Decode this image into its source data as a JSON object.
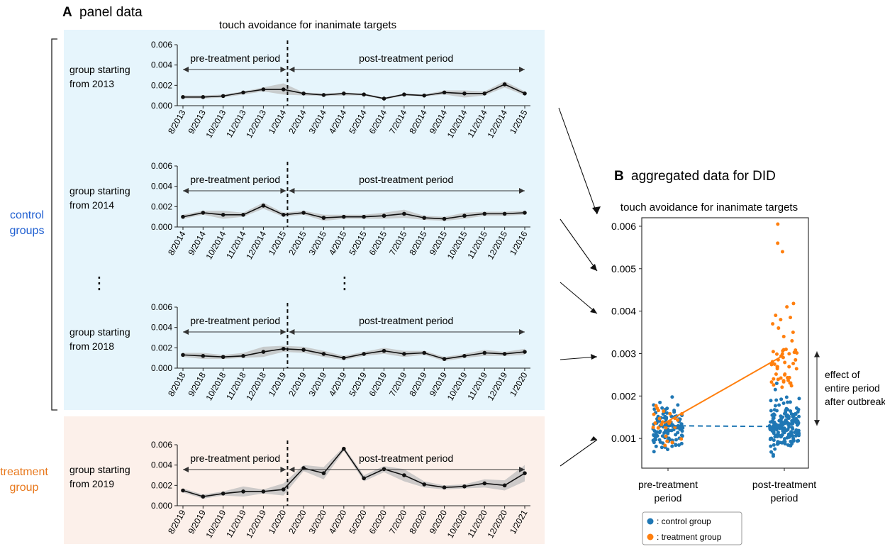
{
  "panel_a": {
    "letter": "A",
    "title": "panel data",
    "subtitle": "touch avoidance for inanimate targets",
    "control_label": [
      "control",
      "groups"
    ],
    "treatment_label": [
      "treatment",
      "group"
    ],
    "ellipsis": "⋮",
    "pre_period_label": "pre-treatment period",
    "post_period_label": "post-treatment period"
  },
  "panel_b": {
    "letter": "B",
    "title": "aggregated data for DID",
    "subtitle": "touch avoidance for inanimate targets",
    "effect_label": [
      "effect of",
      "entire period",
      "after outbreak"
    ],
    "legend": [
      "control group",
      "treatment group"
    ],
    "legend_prefix": ":"
  },
  "colors": {
    "control_bg": "#e6f5fc",
    "treatment_bg": "#fcf0ea",
    "control_text": "#1f5fd1",
    "treatment_text": "#e8781c",
    "blue": "#1f77b4",
    "orange": "#ff7f0e"
  },
  "chart_data": [
    {
      "type": "line",
      "group_label": [
        "group starting",
        "from 2013"
      ],
      "x": [
        "8/2013",
        "9/2013",
        "10/2013",
        "11/2013",
        "12/2013",
        "1/2014",
        "2/2014",
        "3/2014",
        "4/2014",
        "5/2014",
        "6/2014",
        "7/2014",
        "8/2014",
        "9/2014",
        "10/2014",
        "11/2014",
        "12/2014",
        "1/2015"
      ],
      "values": [
        0.00085,
        0.00085,
        0.00095,
        0.0013,
        0.0016,
        0.0016,
        0.0012,
        0.00105,
        0.0012,
        0.0011,
        0.0007,
        0.0011,
        0.001,
        0.0013,
        0.0012,
        0.0012,
        0.0021,
        0.0012
      ],
      "band_low": [
        0.0007,
        0.0007,
        0.0008,
        0.0011,
        0.0014,
        0.0011,
        0.001,
        0.00095,
        0.001,
        0.001,
        0.0006,
        0.001,
        0.0009,
        0.0011,
        0.0008,
        0.001,
        0.0018,
        0.001
      ],
      "band_high": [
        0.001,
        0.001,
        0.0011,
        0.0014,
        0.0018,
        0.0022,
        0.0013,
        0.0012,
        0.0013,
        0.0012,
        0.0008,
        0.0012,
        0.0011,
        0.0015,
        0.0015,
        0.0014,
        0.0024,
        0.0014
      ],
      "ylim": [
        0,
        0.006
      ],
      "yticks": [
        "0.000",
        "0.002",
        "0.004",
        "0.006"
      ],
      "treatment_start_index": 5
    },
    {
      "type": "line",
      "group_label": [
        "group starting",
        "from 2014"
      ],
      "x": [
        "8/2014",
        "9/2014",
        "10/2014",
        "11/2014",
        "12/2014",
        "1/2015",
        "2/2015",
        "3/2015",
        "4/2015",
        "5/2015",
        "6/2015",
        "7/2015",
        "8/2015",
        "9/2015",
        "10/2015",
        "11/2015",
        "12/2015",
        "1/2016"
      ],
      "values": [
        0.001,
        0.0014,
        0.0012,
        0.0012,
        0.0021,
        0.0012,
        0.0014,
        0.0009,
        0.001,
        0.001,
        0.0011,
        0.0013,
        0.0009,
        0.0008,
        0.0011,
        0.0013,
        0.0013,
        0.0014
      ],
      "band_low": [
        0.0008,
        0.0012,
        0.0008,
        0.001,
        0.0018,
        0.001,
        0.0012,
        0.0006,
        0.0008,
        0.0008,
        0.0008,
        0.0009,
        0.0007,
        0.0006,
        0.0008,
        0.0011,
        0.0011,
        0.0012
      ],
      "band_high": [
        0.0012,
        0.0016,
        0.0016,
        0.0014,
        0.0024,
        0.0014,
        0.0016,
        0.0012,
        0.0012,
        0.0012,
        0.0014,
        0.0017,
        0.0011,
        0.001,
        0.0014,
        0.0015,
        0.0015,
        0.0016
      ],
      "ylim": [
        0,
        0.006
      ],
      "yticks": [
        "0.000",
        "0.002",
        "0.004",
        "0.006"
      ],
      "treatment_start_index": 5
    },
    {
      "type": "line",
      "group_label": [
        "group starting",
        "from 2018"
      ],
      "x": [
        "8/2018",
        "9/2018",
        "10/2018",
        "11/2018",
        "12/2018",
        "1/2019",
        "2/2019",
        "3/2019",
        "4/2019",
        "5/2019",
        "6/2019",
        "7/2019",
        "8/2019",
        "9/2019",
        "10/2019",
        "11/2019",
        "12/2019",
        "1/2020"
      ],
      "values": [
        0.0013,
        0.0012,
        0.0011,
        0.0012,
        0.0016,
        0.0019,
        0.0018,
        0.0014,
        0.001,
        0.0014,
        0.0017,
        0.0014,
        0.0015,
        0.0009,
        0.0012,
        0.0015,
        0.0014,
        0.0016
      ],
      "band_low": [
        0.0011,
        0.0009,
        0.0009,
        0.001,
        0.0011,
        0.0016,
        0.0015,
        0.0011,
        0.0008,
        0.0012,
        0.0014,
        0.0011,
        0.0013,
        0.0007,
        0.001,
        0.0012,
        0.0012,
        0.0013
      ],
      "band_high": [
        0.0015,
        0.0015,
        0.0013,
        0.0015,
        0.0021,
        0.0022,
        0.0021,
        0.0017,
        0.0012,
        0.0016,
        0.002,
        0.0017,
        0.0017,
        0.0011,
        0.0014,
        0.0018,
        0.0016,
        0.0019
      ],
      "ylim": [
        0,
        0.006
      ],
      "yticks": [
        "0.000",
        "0.002",
        "0.004",
        "0.006"
      ],
      "treatment_start_index": 5
    },
    {
      "type": "line",
      "group_label": [
        "group starting",
        "from 2019"
      ],
      "x": [
        "8/2019",
        "9/2019",
        "10/2019",
        "11/2019",
        "12/2019",
        "1/2020",
        "2/2020",
        "3/2020",
        "4/2020",
        "5/2020",
        "6/2020",
        "7/2020",
        "8/2020",
        "9/2020",
        "10/2020",
        "11/2020",
        "12/2020",
        "1/2021"
      ],
      "values": [
        0.0015,
        0.0009,
        0.0012,
        0.0014,
        0.0014,
        0.0016,
        0.0037,
        0.0032,
        0.0056,
        0.0027,
        0.0036,
        0.003,
        0.0021,
        0.0018,
        0.0019,
        0.0022,
        0.002,
        0.0032
      ],
      "band_low": [
        0.0013,
        0.0007,
        0.001,
        0.0009,
        0.0012,
        0.001,
        0.0034,
        0.0026,
        0.0054,
        0.0024,
        0.0033,
        0.0024,
        0.0018,
        0.0016,
        0.0017,
        0.0018,
        0.0015,
        0.0024
      ],
      "band_high": [
        0.0017,
        0.0011,
        0.0014,
        0.0019,
        0.0016,
        0.0022,
        0.004,
        0.0038,
        0.0058,
        0.003,
        0.0039,
        0.0036,
        0.0024,
        0.002,
        0.0021,
        0.0026,
        0.0025,
        0.004
      ],
      "ylim": [
        0,
        0.006
      ],
      "yticks": [
        "0.000",
        "0.002",
        "0.004",
        "0.006"
      ],
      "treatment_start_index": 5
    },
    {
      "type": "scatter",
      "categories": [
        "pre-treatment period",
        "post-treatment period"
      ],
      "category_lines": [
        [
          "pre-treatment",
          "period"
        ],
        [
          "post-treatment",
          "period"
        ]
      ],
      "yticks": [
        "0.001",
        "0.002",
        "0.003",
        "0.004",
        "0.005",
        "0.006"
      ],
      "ylim": [
        0.0003,
        0.0062
      ],
      "series": [
        {
          "name": "control group",
          "mean_pre": 0.0013,
          "mean_post": 0.00128
        },
        {
          "name": "treatment group",
          "mean_pre": 0.00135,
          "mean_post": 0.00295,
          "high_values_post": [
            0.00605,
            0.0056,
            0.0054,
            0.00418,
            0.0041,
            0.0039,
            0.00385,
            0.0038,
            0.0037,
            0.0036,
            0.0035,
            0.0034,
            0.0033,
            0.0031
          ]
        }
      ]
    }
  ]
}
